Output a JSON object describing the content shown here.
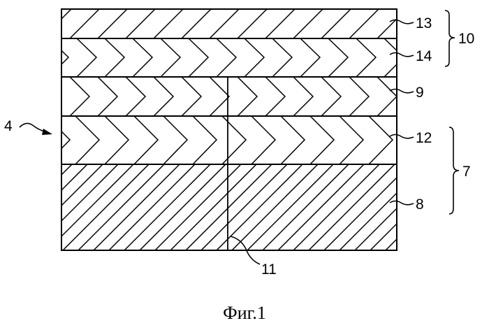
{
  "figure": {
    "caption": "Фиг.1",
    "labels": {
      "layer_13": "13",
      "layer_14": "14",
      "group_10": "10",
      "layer_9": "9",
      "layer_12": "12",
      "group_7": "7",
      "layer_8": "8",
      "element_4": "4",
      "crack_11": "11"
    }
  }
}
